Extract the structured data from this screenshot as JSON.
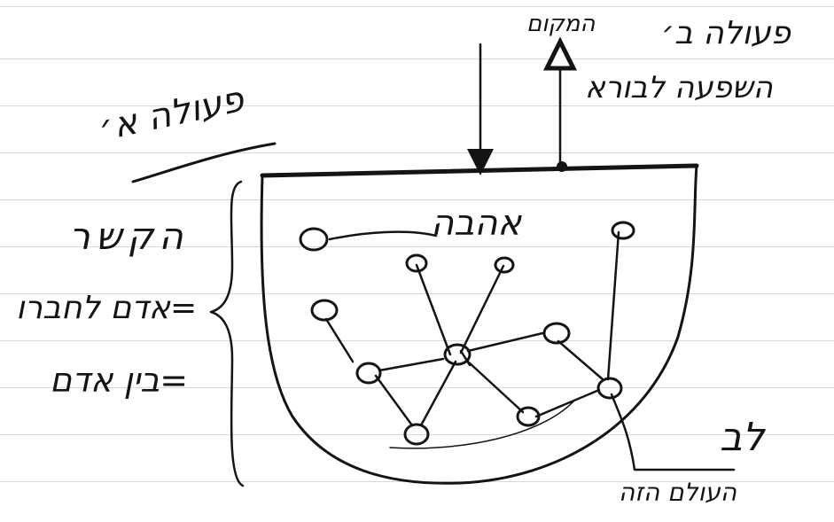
{
  "labels": {
    "hamakom": "המקום",
    "peula_b": "פעולה ב׳",
    "hashpaa": "השפעה לבורא",
    "peula_a": "פעולה א׳",
    "hakesher": "הקשר",
    "adam_lechavero": "=אדם לחברו",
    "bein_adam": "=בין אדם",
    "ahava": "אהבה",
    "lev": "לב",
    "haolam_haze": "העולם הזה"
  }
}
